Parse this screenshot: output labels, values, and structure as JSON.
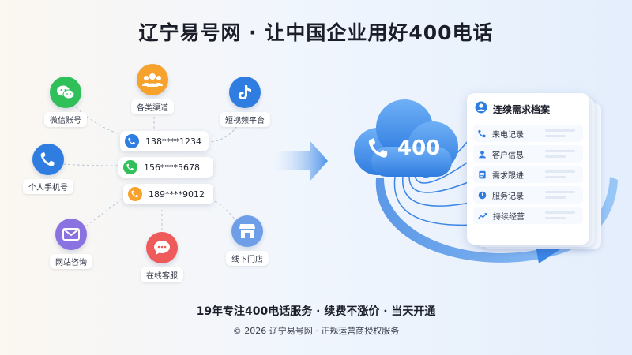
{
  "title": "辽宁易号网 · 让中国企业用好400电话",
  "channels": {
    "wechat": "微信账号",
    "various": "各类渠道",
    "douyin": "短视频平台",
    "mobile": "个人手机号",
    "website": "网站咨询",
    "online": "在线客服",
    "store": "线下门店"
  },
  "phones": [
    "138****1234",
    "156****5678",
    "189****9012"
  ],
  "cloud": {
    "number": "400"
  },
  "archive": {
    "title": "连续需求档案",
    "rows": [
      "来电记录",
      "客户信息",
      "需求跟进",
      "服务记录",
      "持续经营"
    ]
  },
  "slogan": "19年专注400电话服务 · 续费不涨价 · 当天开通",
  "footer": "© 2026 辽宁易号网 · 正规运营商授权服务",
  "colors": {
    "wechat": "#2fc05a",
    "various": "#f7a22d",
    "douyin": "#2f7de1",
    "mobile": "#2f7de1",
    "website": "#8a72e0",
    "online": "#ef5a5a",
    "store": "#6f9ee8",
    "accent": "#2f7de1"
  }
}
